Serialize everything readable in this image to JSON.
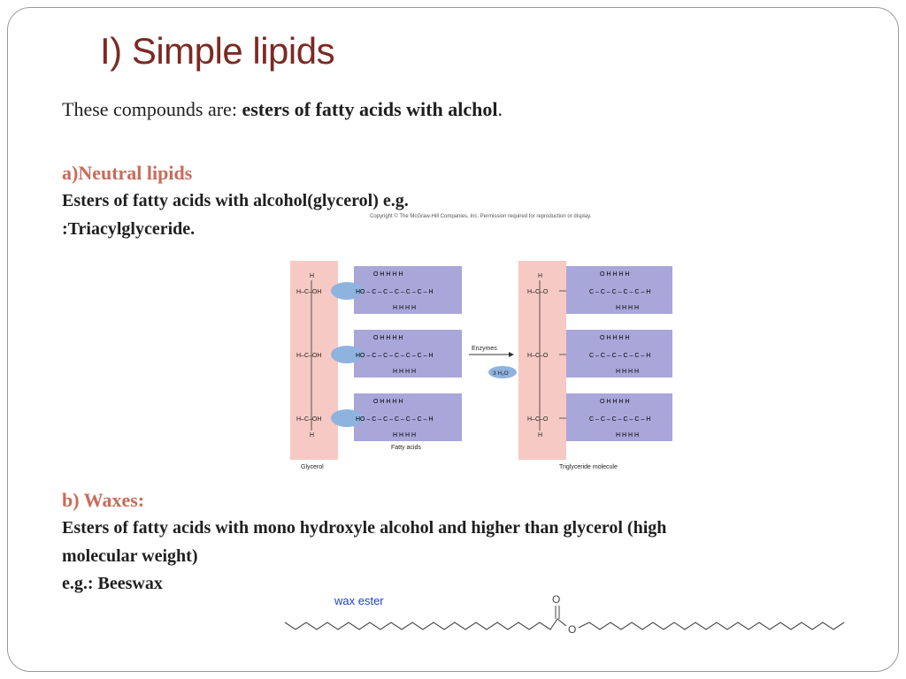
{
  "slide": {
    "title": "I) Simple lipids",
    "intro_prefix": "These compounds are: ",
    "intro_bold": "esters of fatty  acids with  alchol",
    "intro_suffix": ".",
    "section_a": {
      "heading": "a)Neutral lipids",
      "line1": "Esters of fatty acids with alcohol(glycerol) e.g.",
      "line2": ":Triacylglyceride."
    },
    "section_b": {
      "heading_prefix": "b) Waxes",
      "heading_suffix": ":",
      "line1": "Esters of fatty acids with mono hydroxyle alcohol and  higher than glycerol (high",
      "line2": "molecular weight)",
      "line3": "e.g.: Beeswax"
    }
  },
  "figure": {
    "copyright": "Copyright © The McGraw-Hill Companies, Inc. Permission required for reproduction or display.",
    "glycerol_label": "Glycerol",
    "fatty_acids_label": "Fatty acids",
    "triglyceride_label": "Triglyceride molecule",
    "enzymes_label": "Enzymes",
    "water_label": "3 H₂O",
    "h": "H",
    "o": "O",
    "hcoh": "H–C–OH",
    "hco": "H–C–O",
    "fa_chain": "HO – C – C – C – C – C – H",
    "ester_chain": "C – C – C – C – C – H",
    "h_row": "H   H   H   H",
    "o_h_row": "O   H   H   H   H",
    "colors": {
      "glycerol_band": "#f7c9c4",
      "fatty_acid_box": "#a9a6d9",
      "oval": "#8fb3df"
    }
  },
  "wax": {
    "label": "wax ester",
    "o_top": "O",
    "o_link": "O",
    "label_color": "#1a3fd6"
  }
}
